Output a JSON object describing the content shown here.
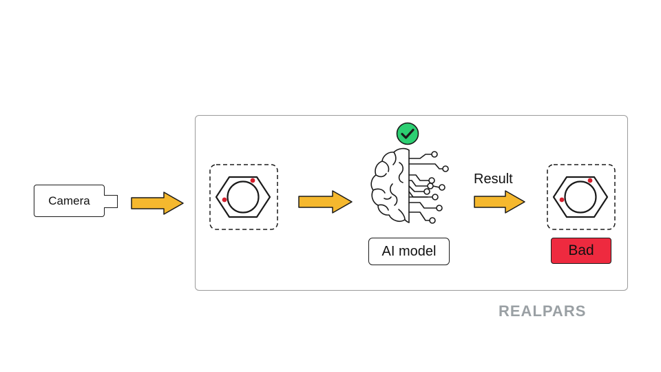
{
  "camera": {
    "label": "Camera"
  },
  "model": {
    "label": "AI model"
  },
  "result": {
    "label": "Result",
    "status": "Bad"
  },
  "brand": {
    "name": "REALPARS"
  },
  "colors": {
    "arrow": "#f5b82e",
    "defect": "#d61e2c",
    "check": "#2ccf72",
    "bad": "#ee2a3f",
    "frame": "#9a9a9a"
  },
  "icons": [
    "camera-icon",
    "nut-icon",
    "brain-circuit-icon",
    "check-circle-icon",
    "arrow-icon"
  ]
}
